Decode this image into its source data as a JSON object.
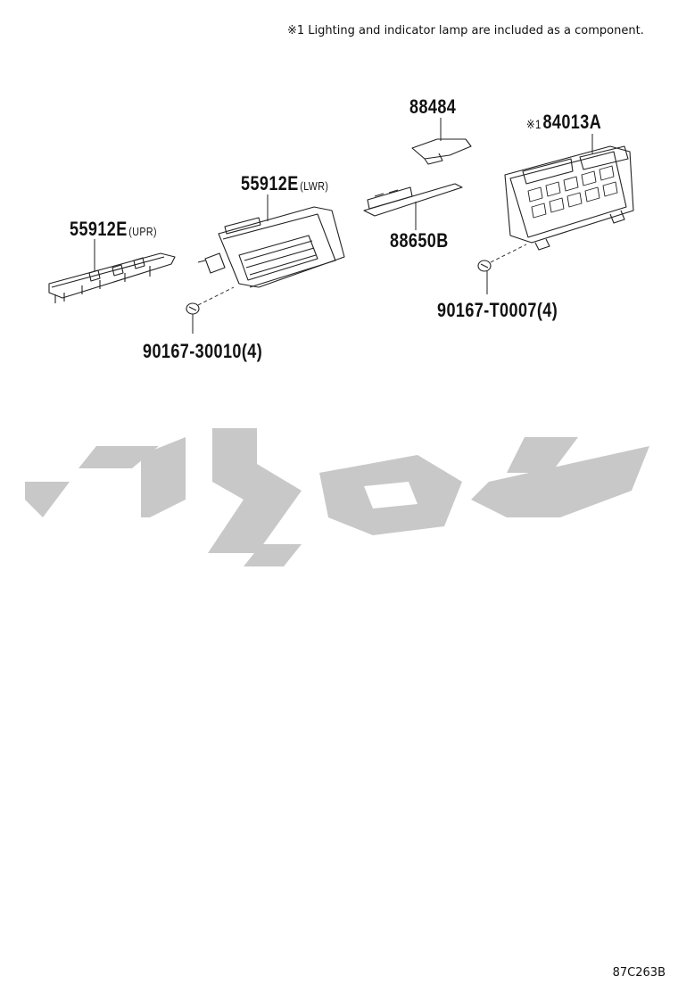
{
  "note": "※1 Lighting and indicator lamp are included as a component.",
  "parts": {
    "p55912e_upr": {
      "number": "55912E",
      "suffix": "(UPR)"
    },
    "p55912e_lwr": {
      "number": "55912E",
      "suffix": "(LWR)"
    },
    "p88484": {
      "number": "88484"
    },
    "p88650b": {
      "number": "88650B"
    },
    "p84013a": {
      "mark": "※1",
      "number": "84013A"
    },
    "p90167_30010": {
      "number": "90167-30010(4)"
    },
    "p90167_t0007": {
      "number": "90167-T0007(4)"
    }
  },
  "drawing_code": "87C263B",
  "watermark_color": "#c8c8c8"
}
